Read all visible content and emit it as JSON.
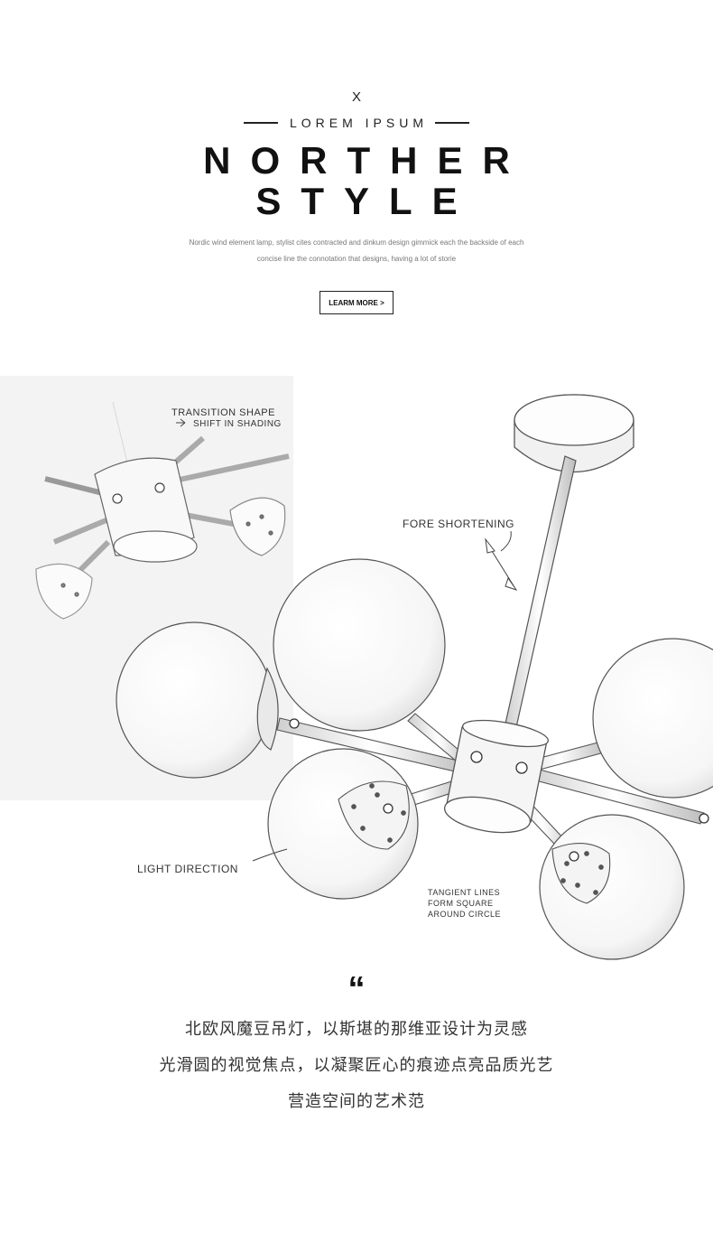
{
  "header": {
    "close_symbol": "X",
    "kicker": "LOREM IPSUM",
    "title_line1": "NORTHER",
    "title_line2": "STYLE",
    "description_line1": "Nordic wind element lamp, stylist cites contracted and dinkum design gimmick each the backside of each",
    "description_line2": "concise line the connotation that designs, having a lot of storie",
    "button_label": "LEARM MORE >"
  },
  "sketch": {
    "annotation_transition_1": "TRANSITION SHAPE",
    "annotation_transition_2": "SHIFT IN SHADING",
    "annotation_foreshortening": "FORE SHORTENING",
    "annotation_light": "LIGHT DIRECTION",
    "annotation_tangent_1": "TANGIENT LINES",
    "annotation_tangent_2": "FORM SQUARE",
    "annotation_tangent_3": "AROUND CIRCLE",
    "colors": {
      "inset_panel": "#f3f3f3",
      "line": "#555555"
    }
  },
  "quote": {
    "mark": "“",
    "line1": "北欧风魔豆吊灯，以斯堪的那维亚设计为灵感",
    "line2": "光滑圆的视觉焦点，以凝聚匠心的痕迹点亮品质光艺",
    "line3": "营造空间的艺术范"
  }
}
